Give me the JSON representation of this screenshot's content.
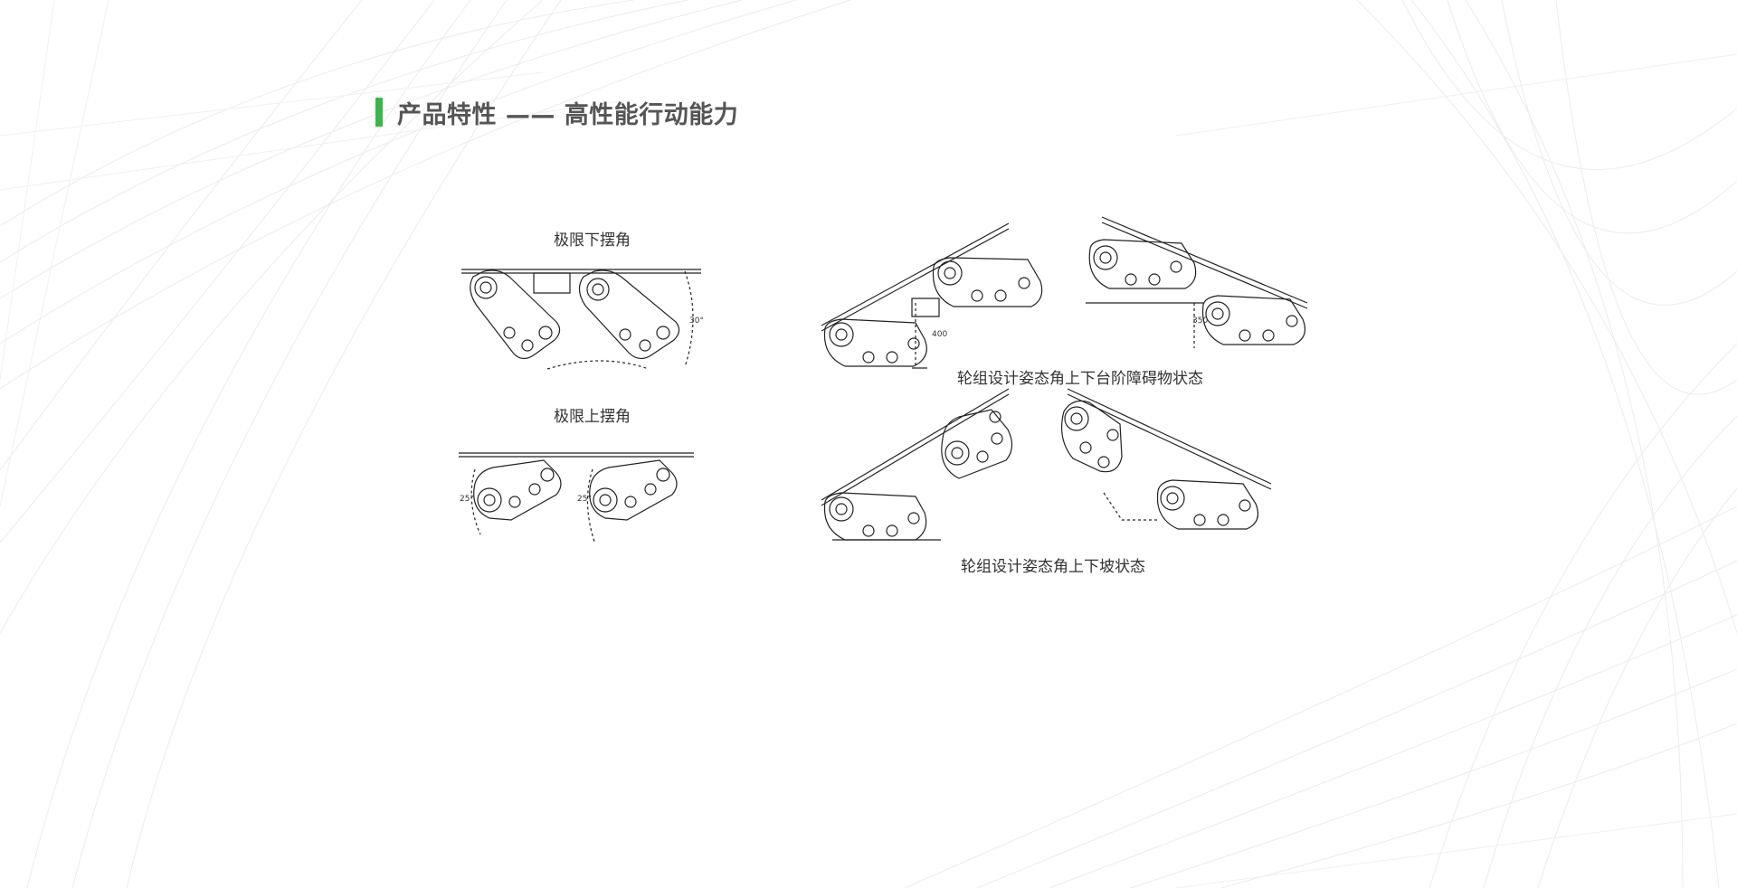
{
  "header": {
    "title": "产品特性 —— 高性能行动能力",
    "accent_color": "#3cb54a"
  },
  "figures": {
    "limit_down": {
      "caption": "极限下摆角",
      "angle_label": "30°"
    },
    "limit_up": {
      "caption": "极限上摆角",
      "angle_label_left": "25°",
      "angle_label_right": "25°"
    },
    "step_obstacle": {
      "caption": "轮组设计姿态角上下台阶障碍物状态",
      "dim_left": "400",
      "dim_right": "350"
    },
    "slope": {
      "caption": "轮组设计姿态角上下坡状态"
    }
  }
}
